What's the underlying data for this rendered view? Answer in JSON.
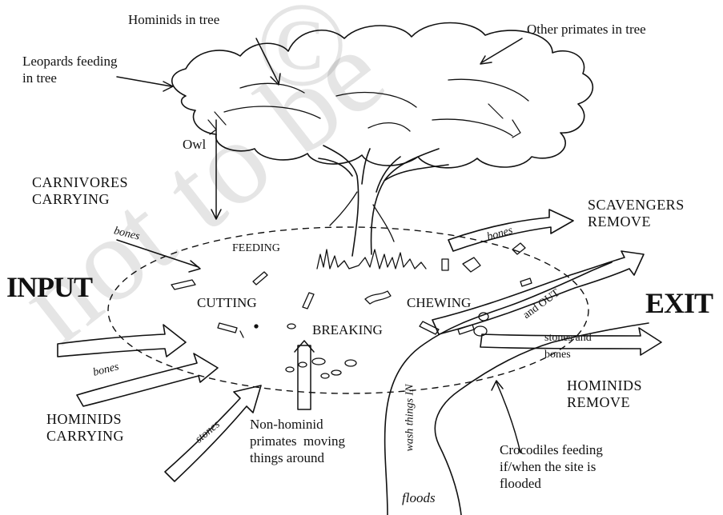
{
  "labels": {
    "hominids_in_tree": "Hominids in tree",
    "other_primates_in_tree": "Other primates in tree",
    "leopards_feeding": "Leopards feeding\nin tree",
    "owl": "Owl",
    "carnivores_carrying": "CARNIVORES\nCARRYING",
    "bones_top_left": "bones",
    "feeding": "FEEDING",
    "input": "INPUT",
    "cutting": "CUTTING",
    "breaking": "BREAKING",
    "chewing": "CHEWING",
    "bones_bottom_left": "bones",
    "hominids_carrying": "HOMINIDS\nCARRYING",
    "stones": "stones",
    "non_hominid_primates": "Non-hominid\nprimates  moving\nthings around",
    "wash_things_in": "wash things IN",
    "floods": "floods",
    "bones_top_right": "bones",
    "scavengers_remove": "SCAVENGERS\nREMOVE",
    "and_out": "and OUT",
    "exit": "EXIT",
    "stones_and_bones": "stones and\nbones",
    "hominids_remove": "HOMINIDS\nREMOVE",
    "crocodiles": "Crocodiles feeding\nif/when the site is\nflooded"
  },
  "watermark": {
    "line1": "not to be",
    "line2": "©"
  }
}
